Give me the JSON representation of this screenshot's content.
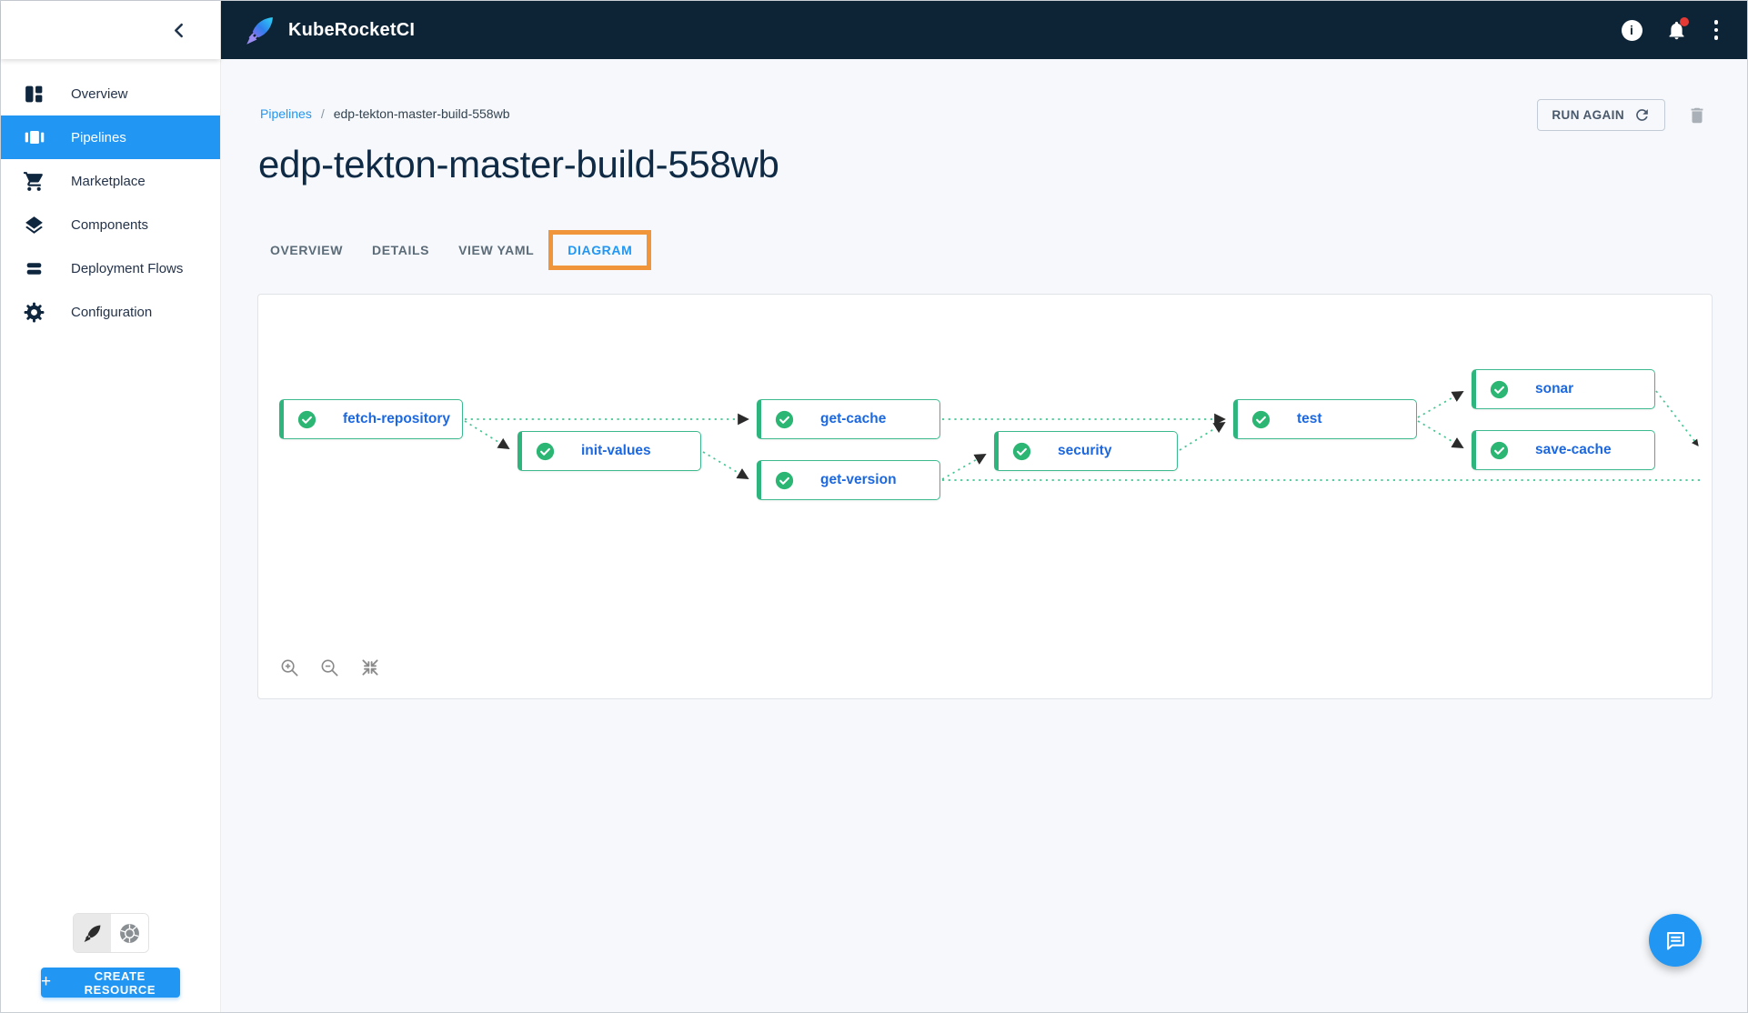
{
  "header": {
    "brand": "KubeRocketCI",
    "icons": {
      "logo": "rocket-logo-icon",
      "info": "info-icon",
      "notifications": "bell-icon",
      "menu": "kebab-menu-icon"
    },
    "notifications_badge": true
  },
  "sidebar": {
    "collapse_icon": "chevron-left-icon",
    "items": [
      {
        "label": "Overview",
        "icon": "dashboard-icon",
        "selected": false
      },
      {
        "label": "Pipelines",
        "icon": "pipelines-icon",
        "selected": true
      },
      {
        "label": "Marketplace",
        "icon": "cart-icon",
        "selected": false
      },
      {
        "label": "Components",
        "icon": "layers-icon",
        "selected": false
      },
      {
        "label": "Deployment Flows",
        "icon": "stacks-icon",
        "selected": false
      },
      {
        "label": "Configuration",
        "icon": "gear-icon",
        "selected": false
      }
    ],
    "toggles": [
      {
        "icon": "rocket-icon",
        "selected": true
      },
      {
        "icon": "kubernetes-icon",
        "selected": false
      }
    ],
    "create_button": {
      "label": "CREATE RESOURCE",
      "icon": "plus-icon"
    }
  },
  "breadcrumb": {
    "parent": "Pipelines",
    "separator": "/",
    "current": "edp-tekton-master-build-558wb"
  },
  "page": {
    "title": "edp-tekton-master-build-558wb",
    "run_again_label": "RUN AGAIN",
    "delete_icon": "trash-icon"
  },
  "tabs": {
    "items": [
      {
        "label": "OVERVIEW",
        "selected": false
      },
      {
        "label": "DETAILS",
        "selected": false
      },
      {
        "label": "VIEW YAML",
        "selected": false
      },
      {
        "label": "DIAGRAM",
        "selected": true,
        "highlighted": true
      }
    ],
    "highlight_color": "#f0953a"
  },
  "diagram": {
    "nodes": [
      {
        "label": "fetch-repository",
        "status": "success"
      },
      {
        "label": "init-values",
        "status": "success"
      },
      {
        "label": "get-cache",
        "status": "success"
      },
      {
        "label": "get-version",
        "status": "success"
      },
      {
        "label": "security",
        "status": "success"
      },
      {
        "label": "test",
        "status": "success"
      },
      {
        "label": "sonar",
        "status": "success"
      },
      {
        "label": "save-cache",
        "status": "success"
      }
    ],
    "controls": [
      "zoom-in-icon",
      "zoom-out-icon",
      "fit-view-icon"
    ]
  },
  "fab": {
    "icon": "chat-icon"
  },
  "colors": {
    "accent_blue": "#2196f3",
    "header_navy": "#0d2436",
    "node_green_border": "#3cba8d",
    "node_green_accent": "#2eb57e",
    "status_success_green": "#2bb673",
    "node_label_blue": "#1c68e0",
    "edge_green": "#43c692",
    "highlight_orange": "#f0953a",
    "badge_red": "#e53935",
    "background": "#f6f8fb"
  }
}
